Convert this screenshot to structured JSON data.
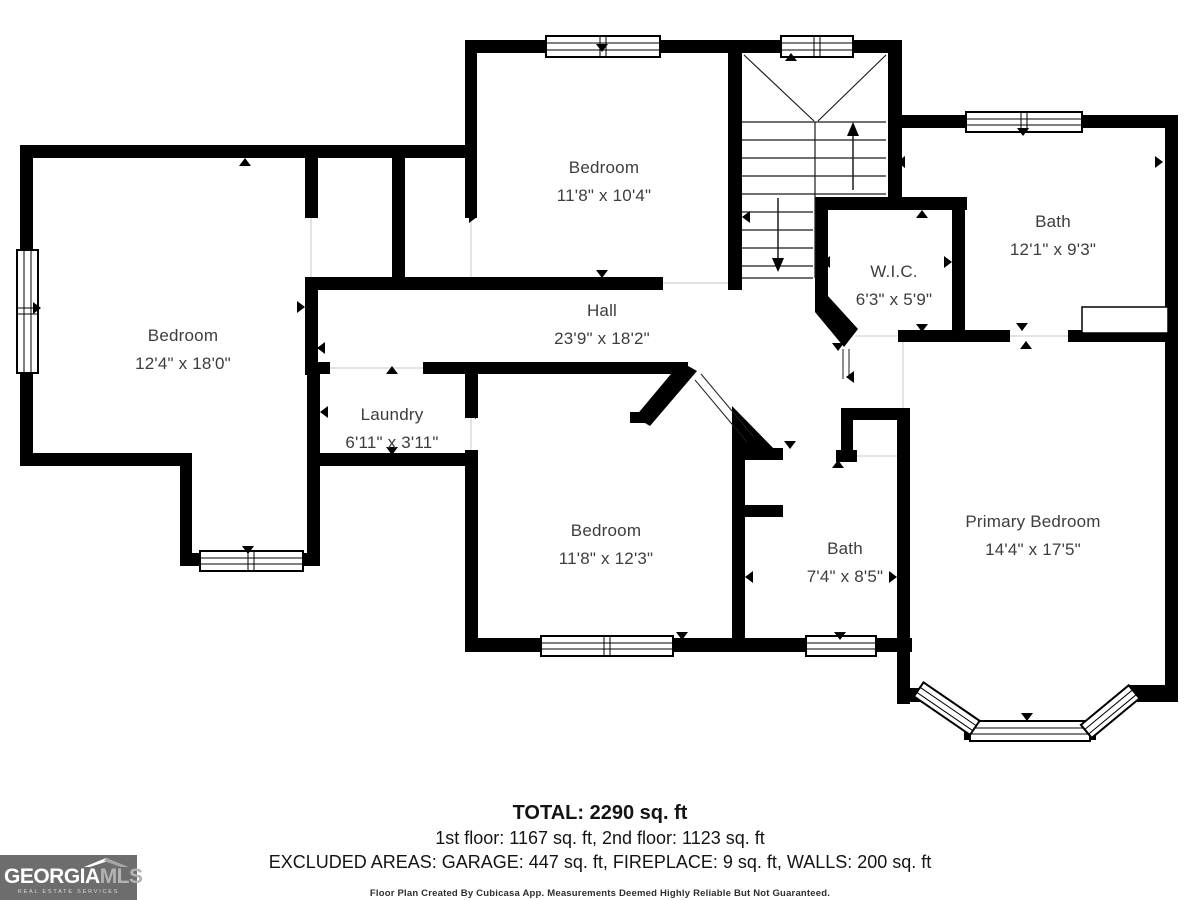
{
  "colors": {
    "wall": "#000000",
    "room_label": "#3d3d3d",
    "footer_text": "#141414",
    "logo_background": "#6d6d6d",
    "logo_primary": "#ffffff",
    "logo_secondary": "#b3b3b3"
  },
  "rooms": {
    "bedroom_top": {
      "name": "Bedroom",
      "dims": "11'8\" x 10'4\""
    },
    "bath_top": {
      "name": "Bath",
      "dims": "12'1\" x 9'3\""
    },
    "wic": {
      "name": "W.I.C.",
      "dims": "6'3\" x 5'9\""
    },
    "bedroom_left": {
      "name": "Bedroom",
      "dims": "12'4\" x 18'0\""
    },
    "hall": {
      "name": "Hall",
      "dims": "23'9\" x 18'2\""
    },
    "laundry": {
      "name": "Laundry",
      "dims": "6'11\" x 3'11\""
    },
    "bedroom_bottom": {
      "name": "Bedroom",
      "dims": "11'8\" x 12'3\""
    },
    "bath_bottom": {
      "name": "Bath",
      "dims": "7'4\" x 8'5\""
    },
    "primary": {
      "name": "Primary Bedroom",
      "dims": "14'4\" x 17'5\""
    }
  },
  "footer": {
    "total": "TOTAL: 2290 sq. ft",
    "floors": "1st floor: 1167 sq. ft, 2nd floor: 1123 sq. ft",
    "excluded": "EXCLUDED AREAS: GARAGE: 447 sq. ft, FIREPLACE: 9 sq. ft, WALLS: 200 sq. ft",
    "disclaimer": "Floor Plan Created By Cubicasa App. Measurements Deemed Highly Reliable But Not Guaranteed."
  },
  "logo": {
    "brand_primary": "GEORGIA",
    "brand_secondary": "MLS",
    "tagline": "REAL ESTATE SERVICES"
  }
}
